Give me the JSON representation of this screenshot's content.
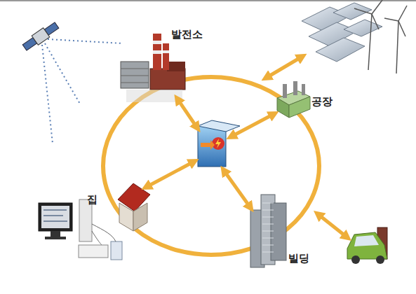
{
  "diagram": {
    "nodes": [
      {
        "text": [
          "발전소"
        ]
      },
      {
        "text": [
          "공장"
        ]
      },
      {
        "text": [
          "집"
        ]
      },
      {
        "text": [
          "빌딩"
        ]
      }
    ]
  }
}
